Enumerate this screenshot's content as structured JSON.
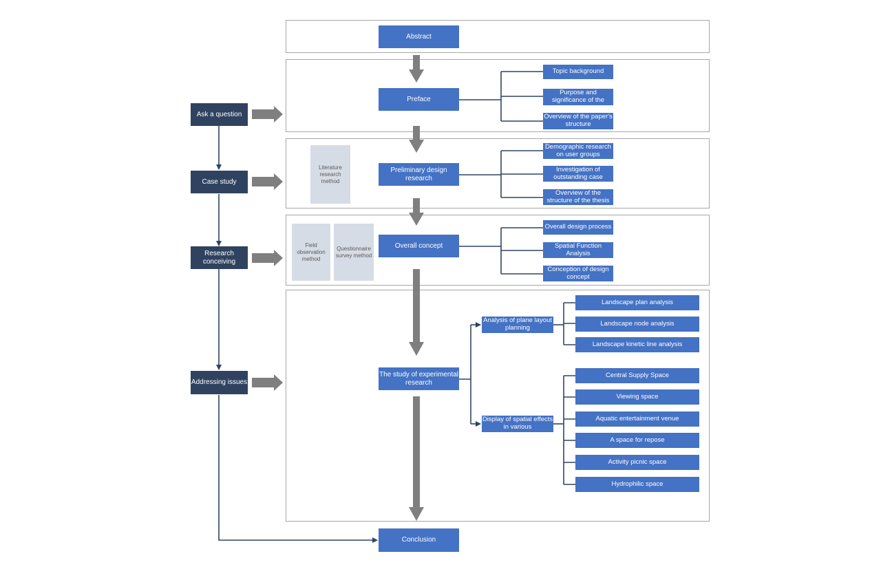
{
  "abstract": "Abstract",
  "preface": "Preface",
  "preface_items": [
    "Topic background",
    "Purpose and significance of the",
    "Overview of the paper's structure"
  ],
  "preliminary": "Preliminary design research",
  "preliminary_items": [
    "Demographic research on user groups",
    "Investigation of outstanding case",
    "Overview of the structure of the thesis"
  ],
  "overall": "Overall concept",
  "overall_items": [
    "Overall design process",
    "Spatial Function Analysis",
    "Conception of design concept"
  ],
  "experimental": "The study of experimental research",
  "plane_layout": "Analysis of plane layout planning",
  "plane_items": [
    "Landscape plan analysis",
    "Landscape node analysis",
    "Landscape kinetic line analysis"
  ],
  "spatial_display": "Display of spatial effects in various",
  "spatial_items": [
    "Central Supply Space",
    "Viewing space",
    "Aquatic entertainment venue",
    "A space for repose",
    "Activity picnic space",
    "Hydrophilic space"
  ],
  "conclusion": "Conclusion",
  "methods": {
    "literature": "Literature research method",
    "field": "Field observation method",
    "questionnaire": "Questionnaire survey method"
  },
  "stages": [
    "Ask a question",
    "Case study",
    "Research conceiving",
    "Addressing issues"
  ]
}
